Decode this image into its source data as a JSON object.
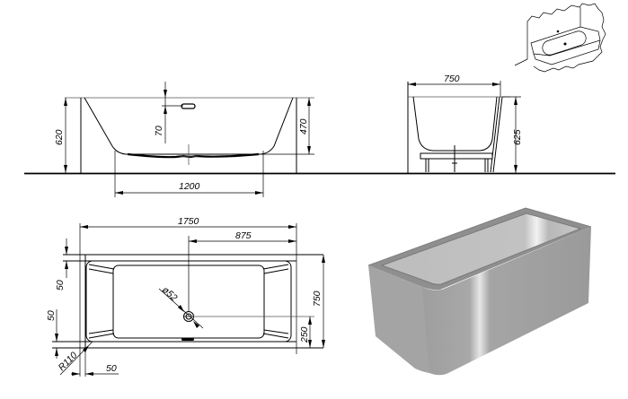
{
  "drawing": {
    "subject": "Freestanding rectangular bathtub — technical drawing",
    "views": {
      "front": {
        "dimensions": {
          "total_height": "620",
          "overflow_offset": "70",
          "inner_depth": "470",
          "bottom_length": "1200"
        }
      },
      "side": {
        "dimensions": {
          "width": "750",
          "height": "625"
        }
      },
      "plan": {
        "dimensions": {
          "length": "1750",
          "half_length": "875",
          "width": "750",
          "drain_offset": "250",
          "rim_top": "50",
          "rim_side": "50",
          "rim_bottom": "50",
          "corner_radius": "R110",
          "drain_diameter": "ø52"
        }
      },
      "isometric_sketch": {
        "label": ""
      },
      "render_3d": {
        "label": ""
      }
    },
    "colors": {
      "line": "#000000",
      "background": "#ffffff",
      "render_body": "#a9a9a9",
      "render_inner": "#c4c4c4",
      "render_rim": "#8d8d8d"
    }
  }
}
